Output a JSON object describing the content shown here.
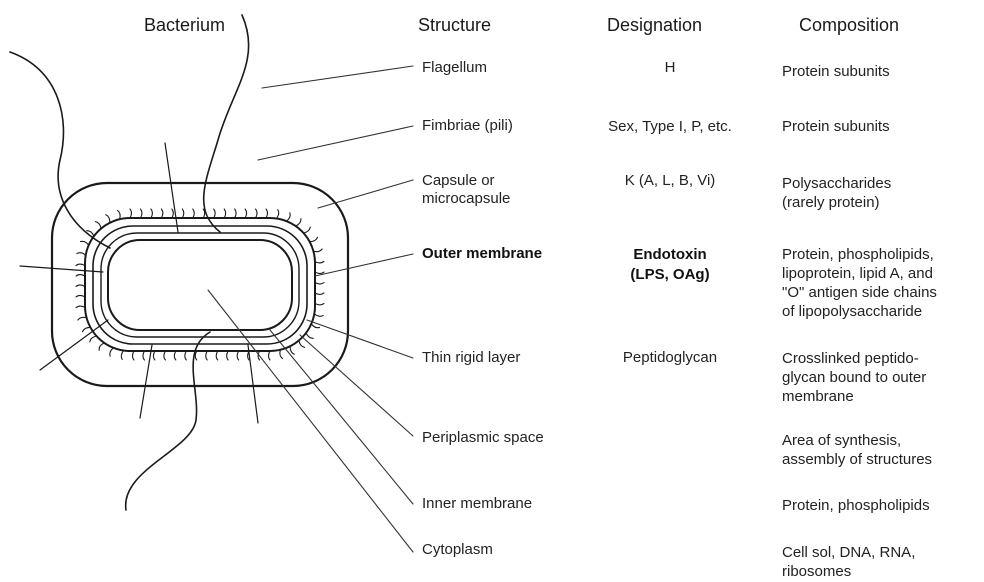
{
  "headers": {
    "bacterium": "Bacterium",
    "structure": "Structure",
    "designation": "Designation",
    "composition": "Composition"
  },
  "rows": [
    {
      "structure": "Flagellum",
      "designation": "H",
      "composition": "Protein subunits"
    },
    {
      "structure": "Fimbriae (pili)",
      "designation": "Sex, Type I, P, etc.",
      "composition": "Protein subunits"
    },
    {
      "structure": "Capsule or\nmicrocapsule",
      "designation": "K (A, L, B, Vi)",
      "composition": "Polysaccharides\n(rarely protein)"
    },
    {
      "structure": "Outer membrane",
      "designation": "Endotoxin\n(LPS, OAg)",
      "composition": "Protein, phospholipids,\nlipoprotein, lipid A, and\n\"O\" antigen side chains\nof lipopolysaccharide"
    },
    {
      "structure": "Thin rigid layer",
      "designation": "Peptidoglycan",
      "composition": "Crosslinked peptido-\nglycan bound to outer\nmembrane"
    },
    {
      "structure": "Periplasmic space",
      "designation": "",
      "composition": "Area of synthesis,\nassembly of structures"
    },
    {
      "structure": "Inner membrane",
      "designation": "",
      "composition": "Protein, phospholipids"
    },
    {
      "structure": "Cytoplasm",
      "designation": "",
      "composition": "Cell sol, DNA, RNA,\nribosomes"
    }
  ]
}
